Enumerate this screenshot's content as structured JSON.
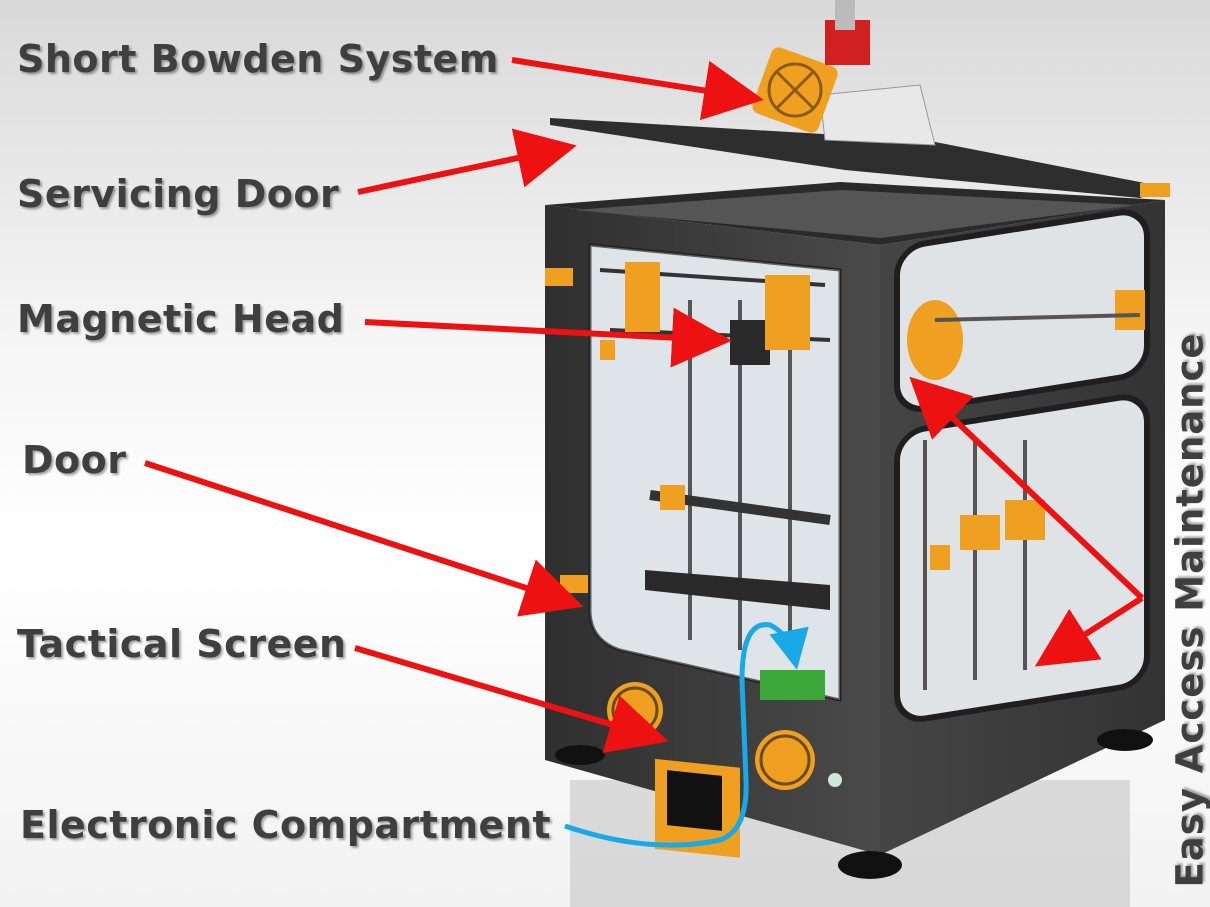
{
  "labels": {
    "short_bowden": "Short Bowden System",
    "servicing_door": "Servicing Door",
    "magnetic_head": "Magnetic Head",
    "door": "Door",
    "tactical_screen": "Tactical Screen",
    "electronic_compartment": "Electronic Compartment",
    "easy_access": "Easy Access Maintenance"
  },
  "colors": {
    "arrow_red": "#ee1111",
    "arrow_blue": "#19a9e6",
    "frame": "#3b3b3b",
    "accent_orange": "#f0a020",
    "text": "#3f3f3f"
  }
}
